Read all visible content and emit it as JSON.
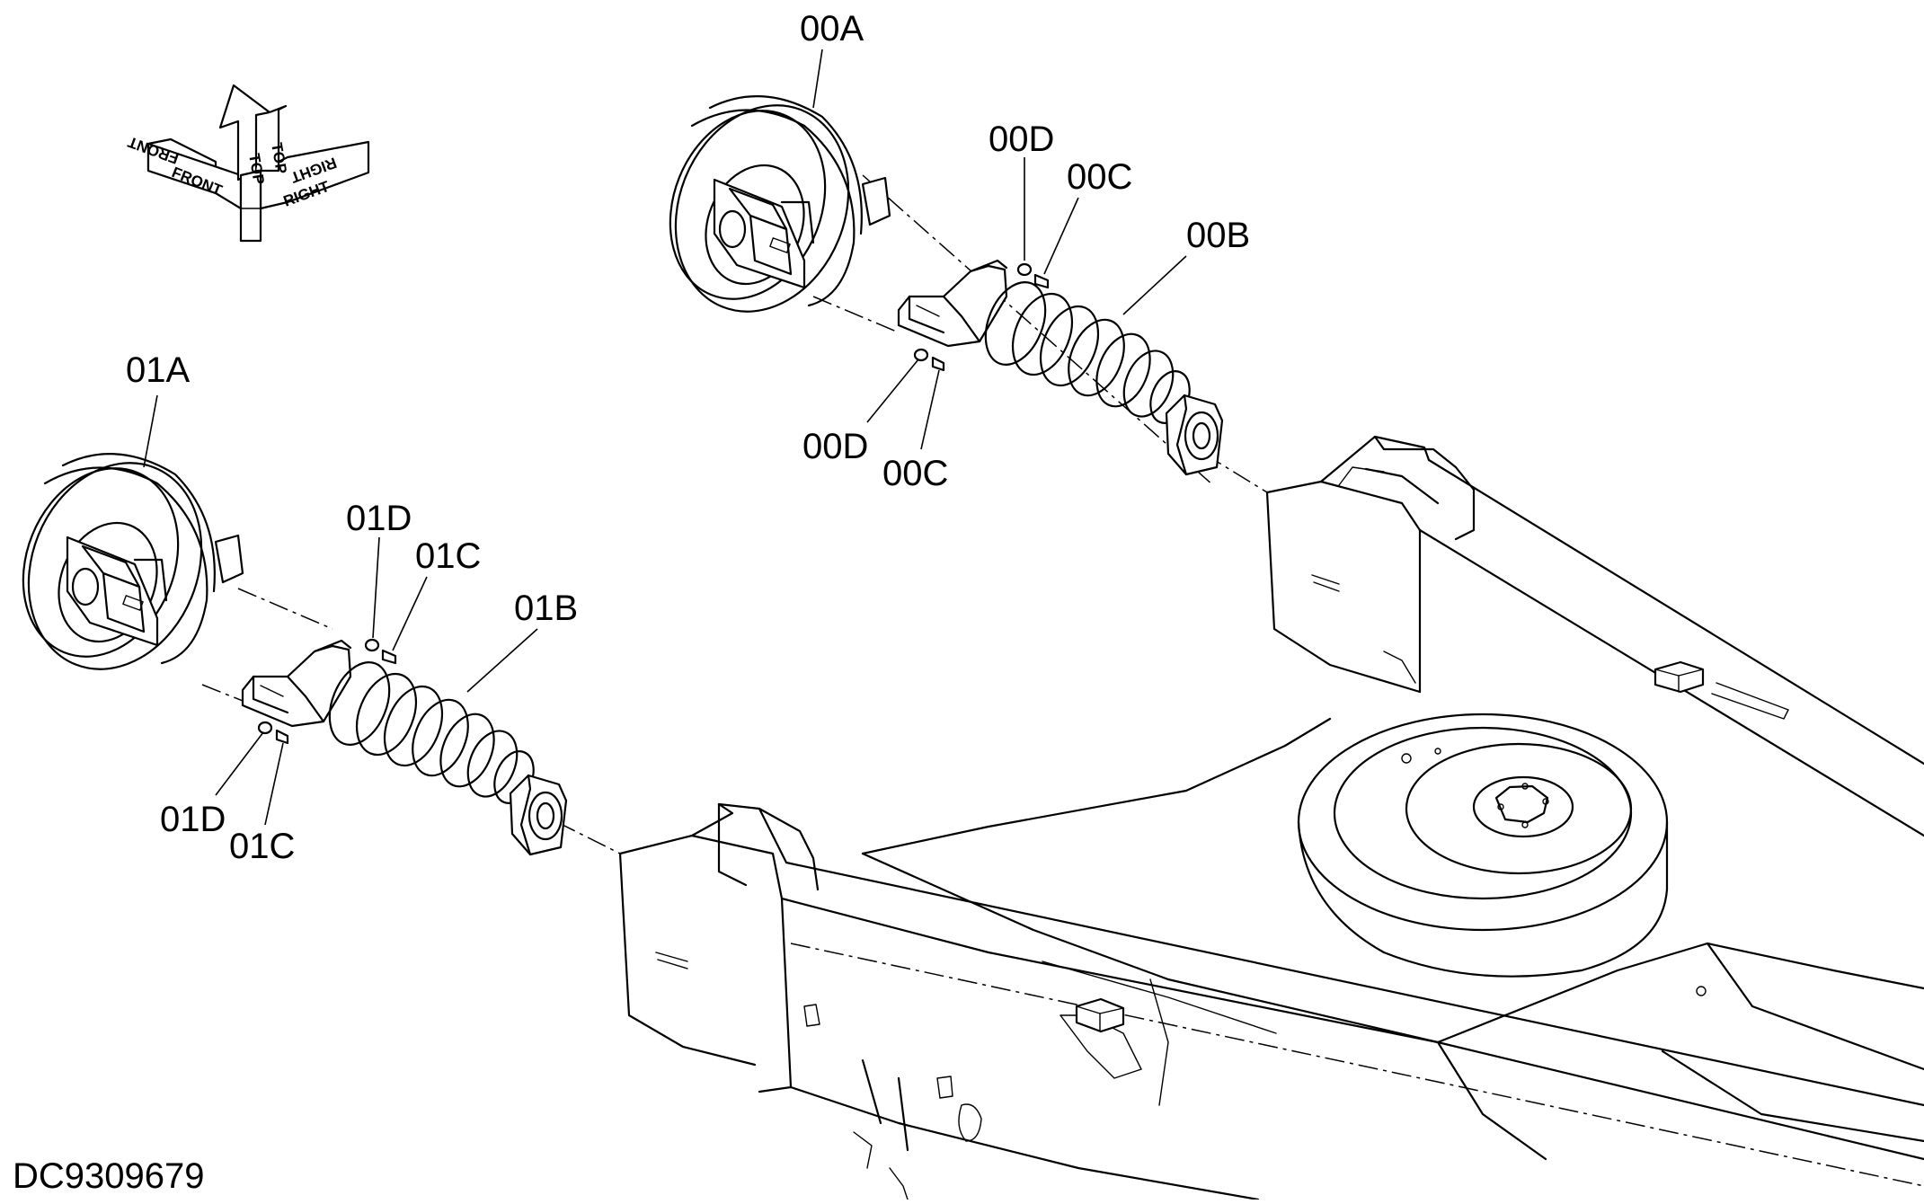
{
  "drawing": {
    "document_id": "DC9309679",
    "orientation": {
      "top_label": "TOP",
      "front_label": "FRONT",
      "right_label": "RIGHT"
    },
    "callouts": {
      "upper_idler": "00A",
      "upper_cylinder": "00B",
      "upper_bolt_top": "00C",
      "upper_washer_top": "00D",
      "upper_bolt_bottom": "00C",
      "upper_washer_bottom": "00D",
      "lower_idler": "01A",
      "lower_cylinder": "01B",
      "lower_bolt_top": "01C",
      "lower_washer_top": "01D",
      "lower_bolt_bottom": "01C",
      "lower_washer_bottom": "01D"
    },
    "colors": {
      "line": "#000000",
      "background": "#ffffff"
    }
  }
}
